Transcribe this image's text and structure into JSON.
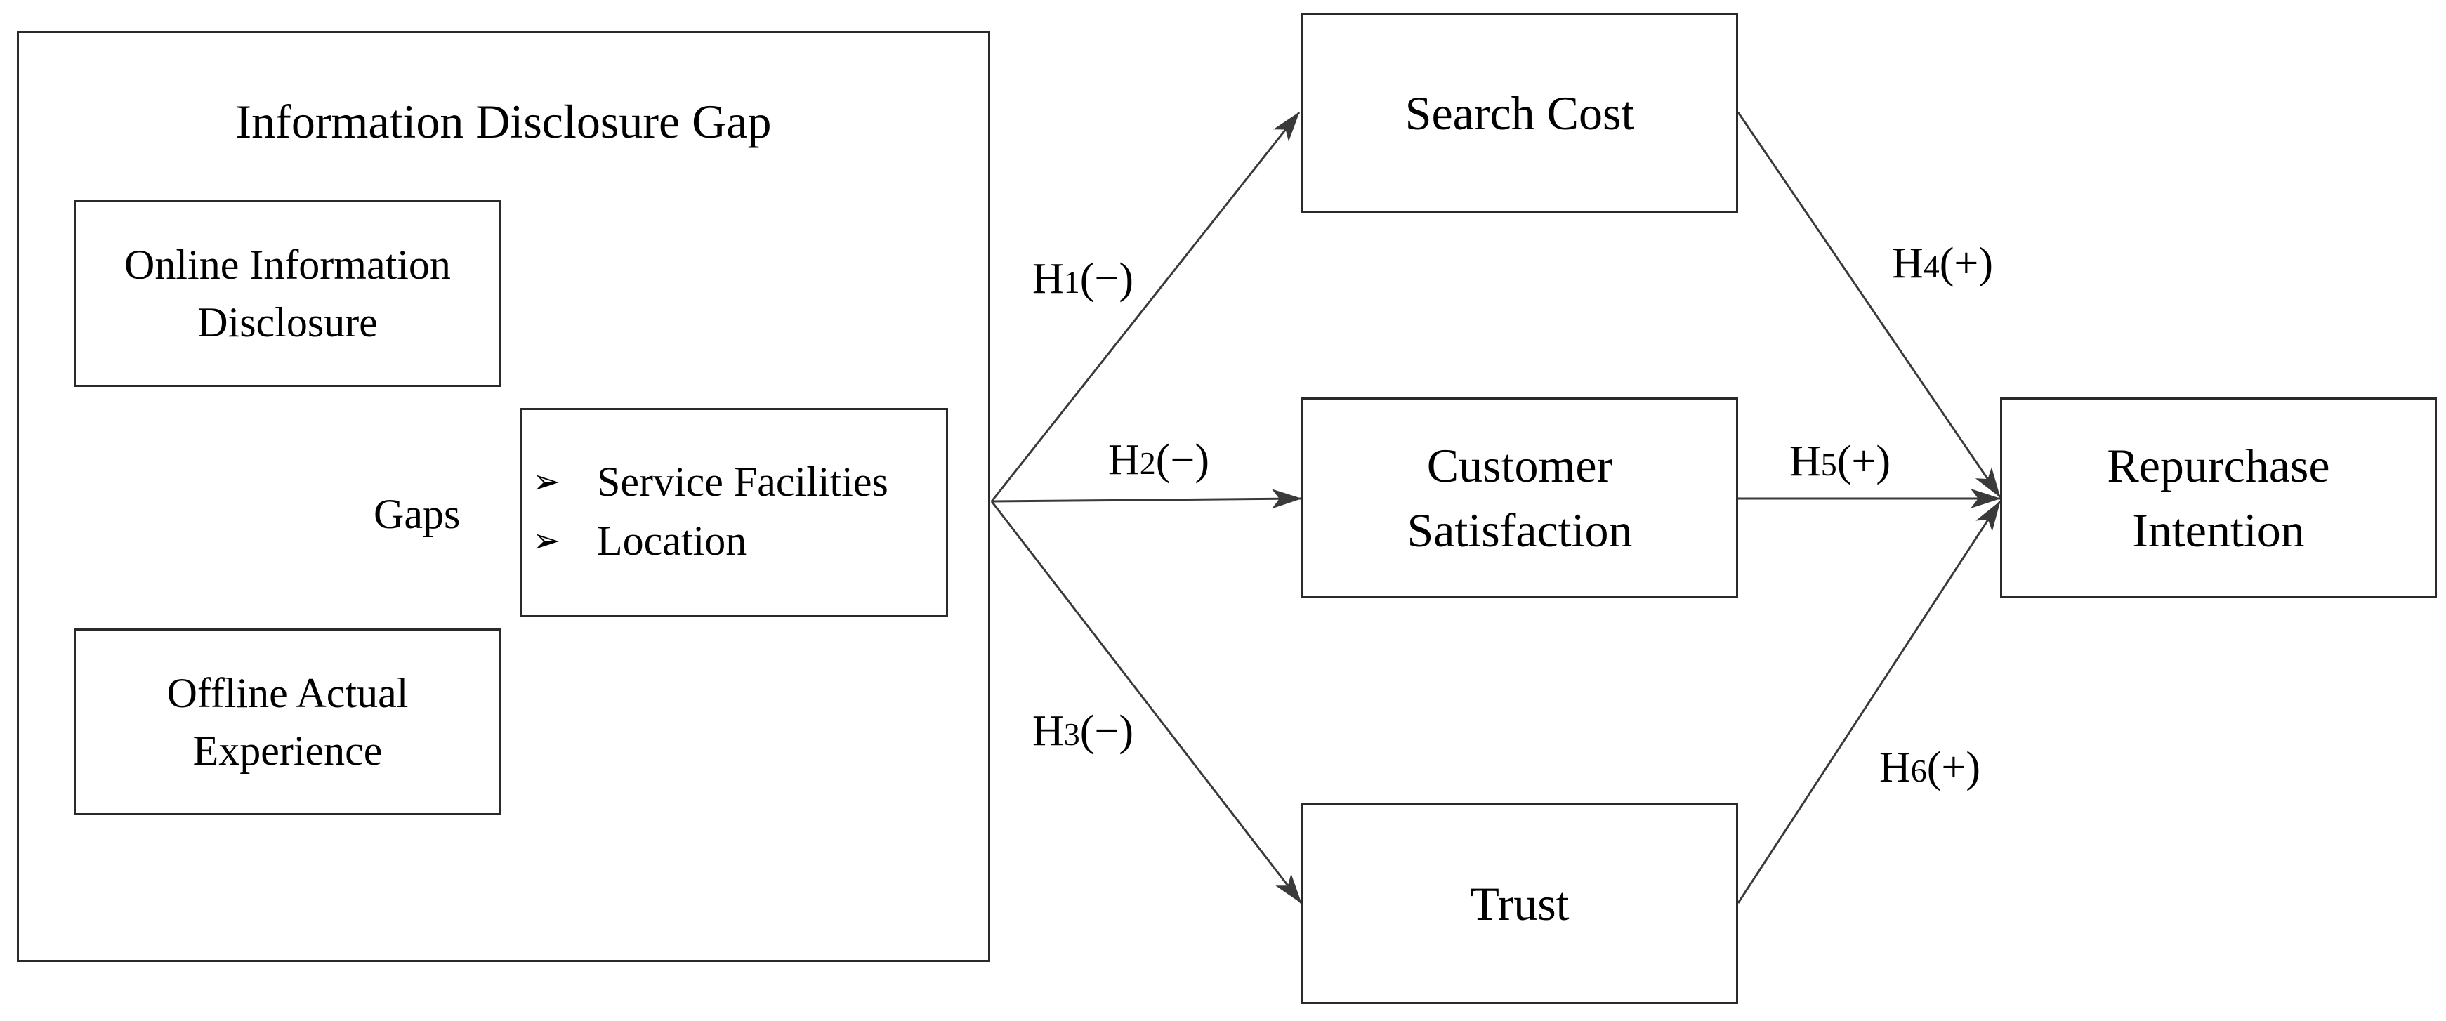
{
  "outer_group": {
    "title": "Information Disclosure Gap",
    "online_box": {
      "line1": "Online Information",
      "line2": "Disclosure"
    },
    "offline_box": {
      "line1": "Offline Actual",
      "line2": "Experience"
    },
    "gaps_label": "Gaps",
    "gap_items": [
      {
        "bullet": "➢",
        "label": "Service Facilities"
      },
      {
        "bullet": "➢",
        "label": "Location"
      }
    ]
  },
  "mediators": {
    "search_cost": "Search Cost",
    "customer_satisfaction": {
      "line1": "Customer",
      "line2": "Satisfaction"
    },
    "trust": "Trust"
  },
  "outcome": {
    "line1": "Repurchase",
    "line2": "Intention"
  },
  "hypotheses": [
    {
      "id": "h1",
      "letter": "H",
      "num": "1",
      "sign": "(−)"
    },
    {
      "id": "h2",
      "letter": "H",
      "num": "2",
      "sign": "(−)"
    },
    {
      "id": "h3",
      "letter": "H",
      "num": "3",
      "sign": "(−)"
    },
    {
      "id": "h4",
      "letter": "H",
      "num": "4",
      "sign": "(+)"
    },
    {
      "id": "h5",
      "letter": "H",
      "num": "5",
      "sign": "(+)"
    },
    {
      "id": "h6",
      "letter": "H",
      "num": "6",
      "sign": "(+)"
    }
  ],
  "colors": {
    "line": "#3a3a3a",
    "border": "#2a2a2a",
    "text": "#000000"
  }
}
